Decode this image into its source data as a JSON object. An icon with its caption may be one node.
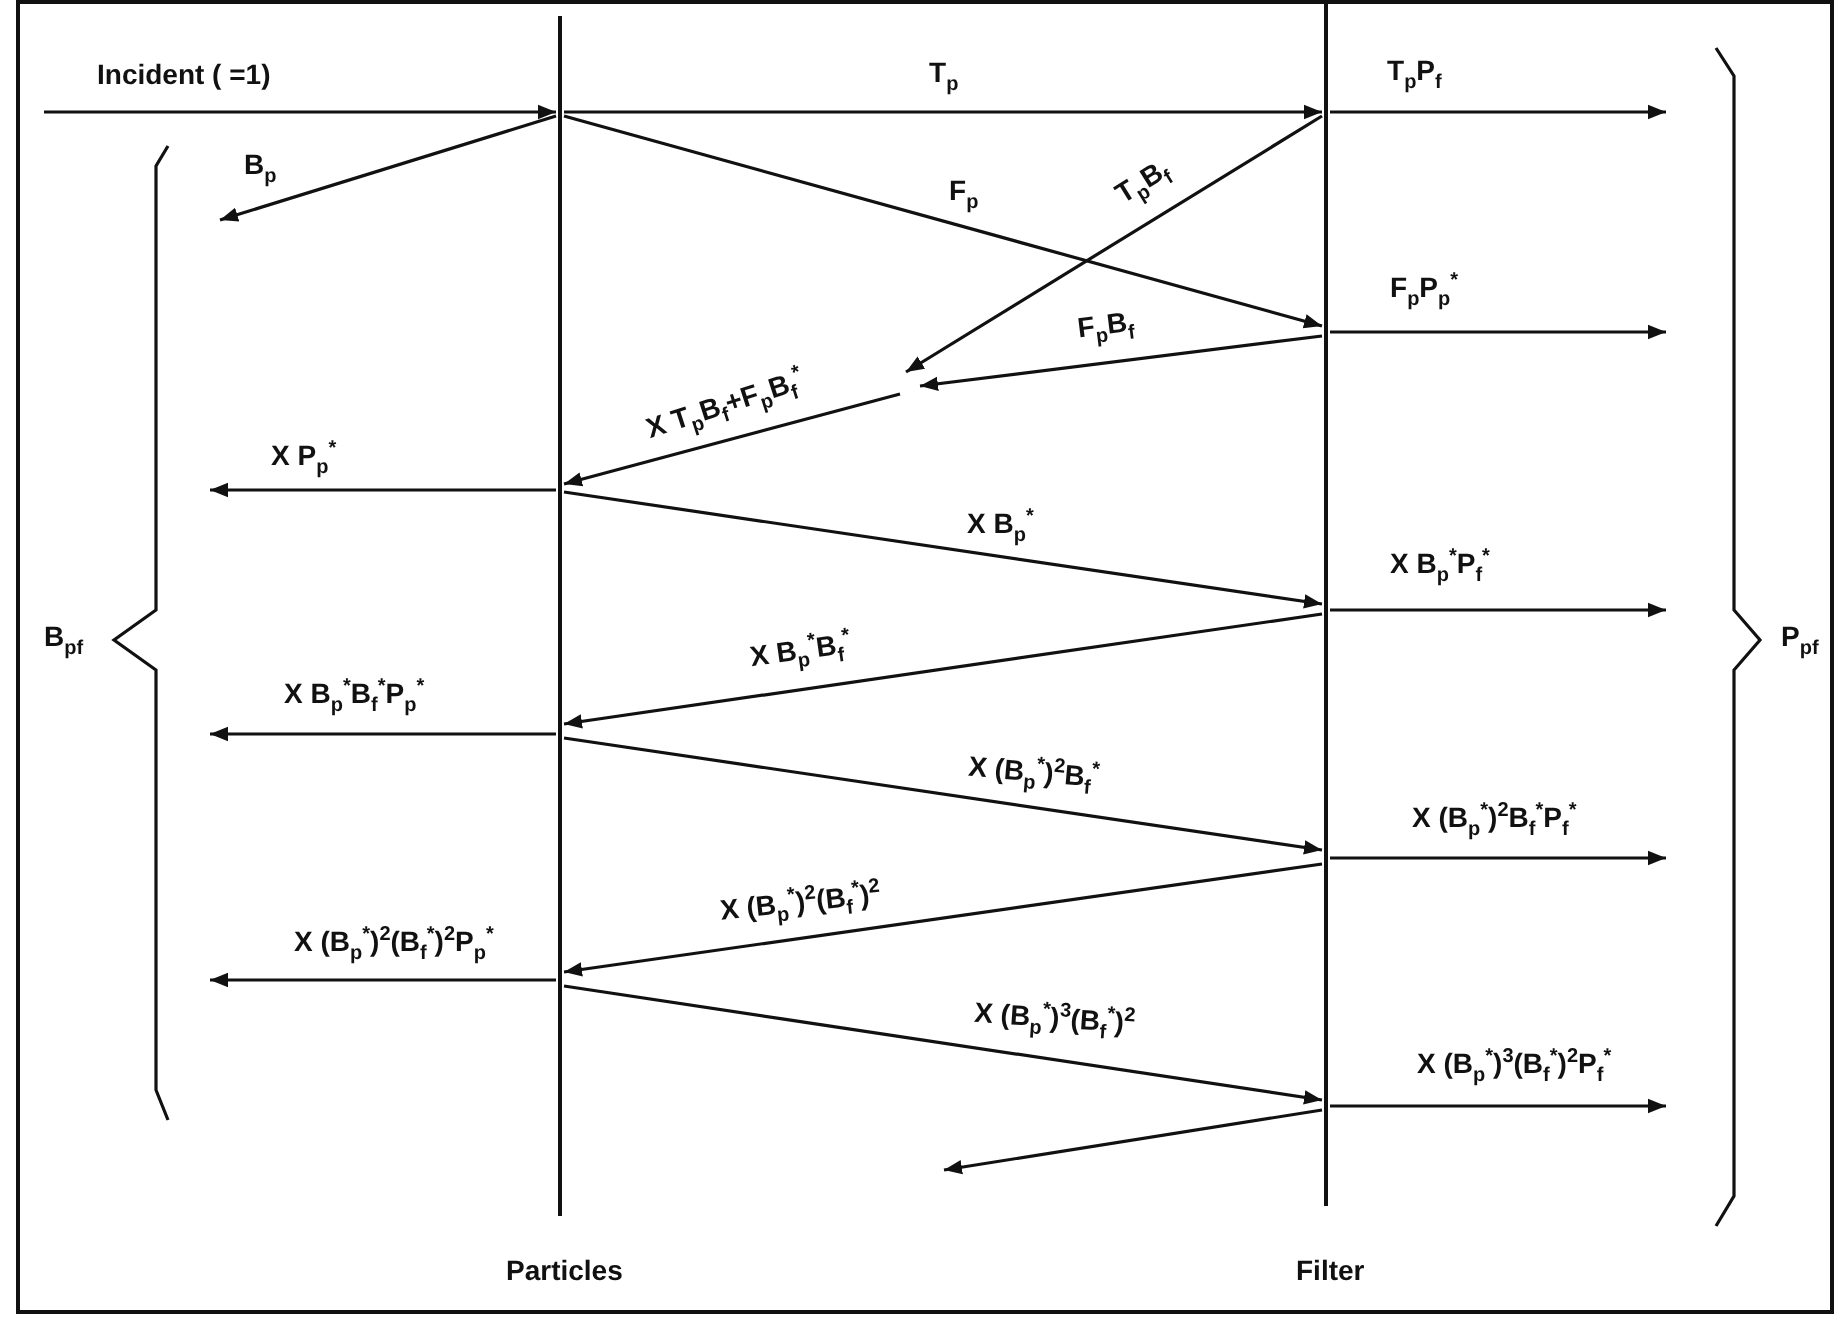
{
  "diagram": {
    "nodes": [
      {
        "text": [
          "Particles"
        ]
      },
      {
        "text": [
          "Filter"
        ]
      }
    ],
    "edges": [
      {
        "from": null,
        "to": 0,
        "arrow": "to",
        "label": "Incident ( =1)"
      },
      {
        "from": 0,
        "to": null,
        "arrow": "to",
        "label": "B$_{p}$"
      },
      {
        "from": 0,
        "to": 1,
        "arrow": "to",
        "label": "T$_{p}$"
      },
      {
        "from": 0,
        "to": 1,
        "arrow": "to",
        "label": "F$_{p}$"
      },
      {
        "from": 1,
        "to": null,
        "arrow": "to",
        "label": "T$_{p}$B$_{f}$"
      },
      {
        "from": 1,
        "to": null,
        "arrow": "to",
        "label": "F$_{p}$B$_{f}$"
      },
      {
        "from": null,
        "to": 0,
        "arrow": "to",
        "label": "X T$_{p}$B$_{f}$+F$_{p}$B$_{f}$$^{*}$"
      },
      {
        "from": 1,
        "to": null,
        "arrow": "to",
        "label": "T$_{p}$P$_{f}$"
      },
      {
        "from": 1,
        "to": null,
        "arrow": "to",
        "label": "F$_{p}$P$_{p}$$^{*}$"
      },
      {
        "from": 0,
        "to": null,
        "arrow": "to",
        "label": "X P$_{p}$$^{*}$"
      },
      {
        "from": 0,
        "to": 1,
        "arrow": "to",
        "label": "X B$_{p}$$^{*}$"
      },
      {
        "from": 1,
        "to": null,
        "arrow": "to",
        "label": "X B$_{p}$$^{*}$P$_{f}$$^{*}$"
      },
      {
        "from": 1,
        "to": 0,
        "arrow": "to",
        "label": "X B$_{p}$$^{*}$B$_{f}$$^{*}$"
      },
      {
        "from": 0,
        "to": null,
        "arrow": "to",
        "label": "X B$_{p}$$^{*}$B$_{f}$$^{*}$P$_{p}$$^{*}$"
      },
      {
        "from": 0,
        "to": 1,
        "arrow": "to",
        "label": "X (B$_{p}$$^{*}$)$^{2}$B$_{f}$$^{*}$"
      },
      {
        "from": 1,
        "to": null,
        "arrow": "to",
        "label": "X (B$_{p}$$^{*}$)$^{2}$B$_{f}$$^{*}$P$_{f}$$^{*}$"
      },
      {
        "from": 1,
        "to": 0,
        "arrow": "to",
        "label": "X (B$_{p}$$^{*}$)$^{2}$(B$_{f}$$^{*}$)$^{2}$"
      },
      {
        "from": 0,
        "to": null,
        "arrow": "to",
        "label": "X (B$_{p}$$^{*}$)$^{2}$(B$_{f}$$^{*}$)$^{2}$P$_{p}$$^{*}$"
      },
      {
        "from": 0,
        "to": 1,
        "arrow": "to",
        "label": "X (B$_{p}$$^{*}$)$^{3}$(B$_{f}$$^{*}$)$^{2}$"
      },
      {
        "from": 1,
        "to": null,
        "arrow": "to",
        "label": "X (B$_{p}$$^{*}$)$^{3}$(B$_{f}$$^{*}$)$^{2}$P$_{f}$$^{*}$"
      },
      {
        "from": 1,
        "to": null,
        "arrow": "to"
      }
    ],
    "labels": [
      "B$_{pf}$",
      "P$_{pf}$"
    ]
  }
}
